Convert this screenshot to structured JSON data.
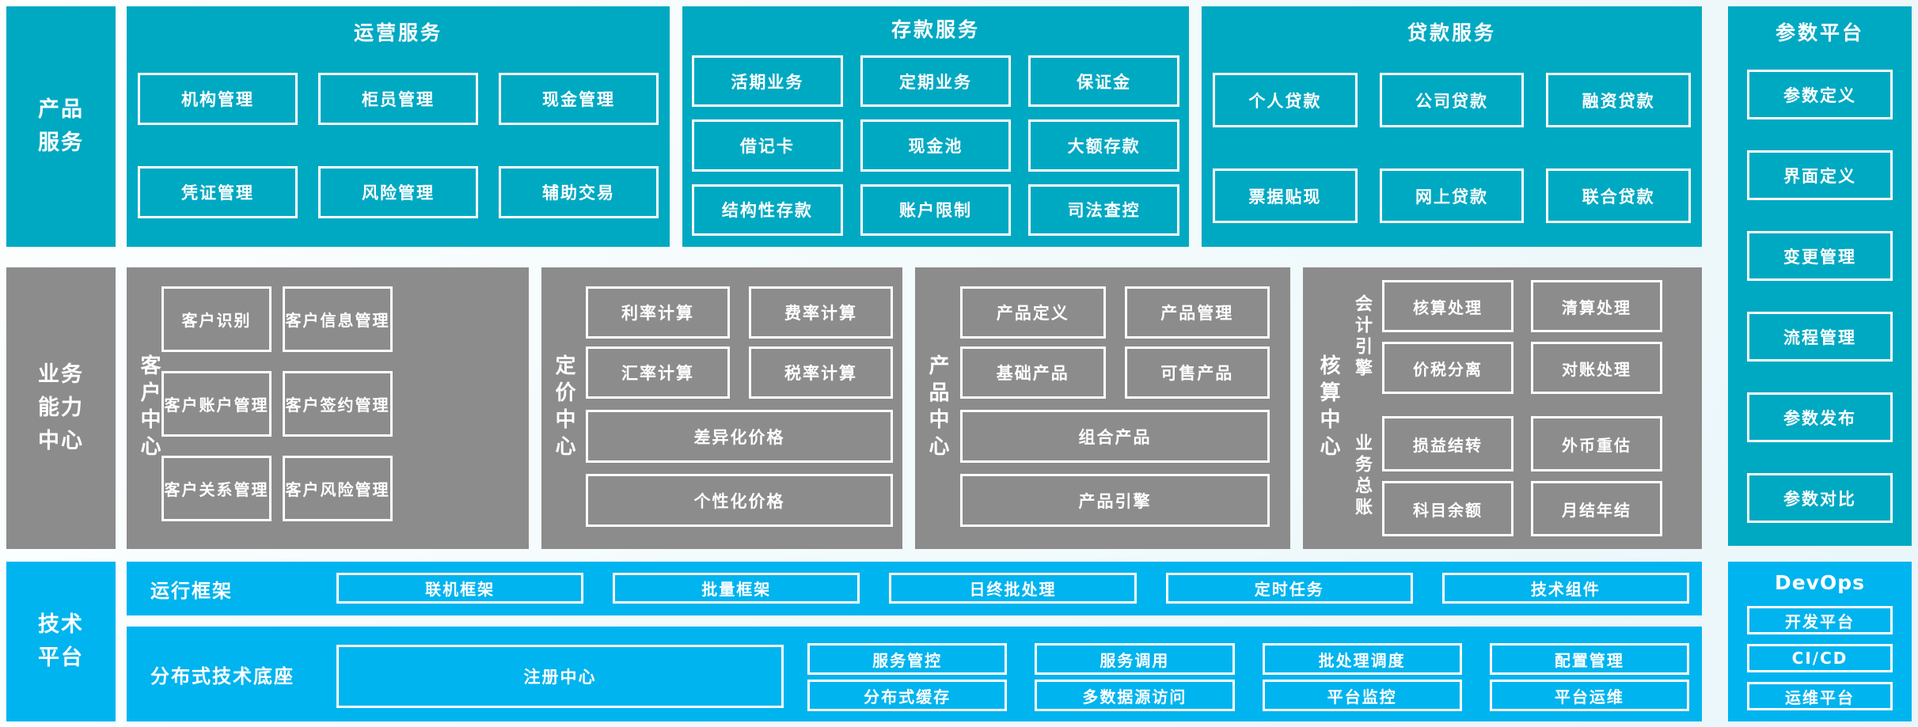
{
  "colors": {
    "teal": "#00a9c2",
    "gray": "#8c8c8c",
    "blue": "#00b4ef",
    "background": "#f2fafc",
    "text": "#ffffff"
  },
  "product_row": {
    "label": "产品\n服务",
    "operations": {
      "title": "运营服务",
      "items": [
        "机构管理",
        "柜员管理",
        "现金管理",
        "凭证管理",
        "风险管理",
        "辅助交易"
      ]
    },
    "deposit": {
      "title": "存款服务",
      "items": [
        "活期业务",
        "定期业务",
        "保证金",
        "借记卡",
        "现金池",
        "大额存款",
        "结构性存款",
        "账户限制",
        "司法查控"
      ]
    },
    "loan": {
      "title": "贷款服务",
      "items": [
        "个人贷款",
        "公司贷款",
        "融资贷款",
        "票据贴现",
        "网上贷款",
        "联合贷款"
      ]
    }
  },
  "param_platform": {
    "title": "参数平台",
    "items": [
      "参数定义",
      "界面定义",
      "变更管理",
      "流程管理",
      "参数发布",
      "参数对比"
    ]
  },
  "business_row": {
    "label": "业务\n能力\n中心",
    "customer": {
      "label": "客户中心",
      "items": [
        "客户识别",
        "客户信息管理",
        "客户账户管理",
        "客户签约管理",
        "客户关系管理",
        "客户风险管理"
      ]
    },
    "pricing": {
      "label": "定价中心",
      "grid_items": [
        "利率计算",
        "费率计算",
        "汇率计算",
        "税率计算"
      ],
      "wide_items": [
        "差异化价格",
        "个性化价格"
      ]
    },
    "product": {
      "label": "产品中心",
      "grid_items": [
        "产品定义",
        "产品管理",
        "基础产品",
        "可售产品"
      ],
      "wide_items": [
        "组合产品",
        "产品引擎"
      ]
    },
    "accounting": {
      "label": "核算中心",
      "groups": [
        {
          "label": "会计引擎",
          "items": [
            "核算处理",
            "清算处理",
            "价税分离",
            "对账处理"
          ]
        },
        {
          "label": "业务总账",
          "items": [
            "损益结转",
            "外币重估",
            "科目余额",
            "月结年结"
          ]
        }
      ]
    }
  },
  "tech_row": {
    "label": "技术\n平台",
    "runtime": {
      "label": "运行框架",
      "items": [
        "联机框架",
        "批量框架",
        "日终批处理",
        "定时任务",
        "技术组件"
      ]
    },
    "base": {
      "label": "分布式技术底座",
      "registry": "注册中心",
      "items": [
        "服务管控",
        "服务调用",
        "批处理调度",
        "配置管理",
        "分布式缓存",
        "多数据源访问",
        "平台监控",
        "平台运维"
      ]
    },
    "devops": {
      "title": "DevOps",
      "items": [
        "开发平台",
        "CI/CD",
        "运维平台"
      ]
    }
  }
}
